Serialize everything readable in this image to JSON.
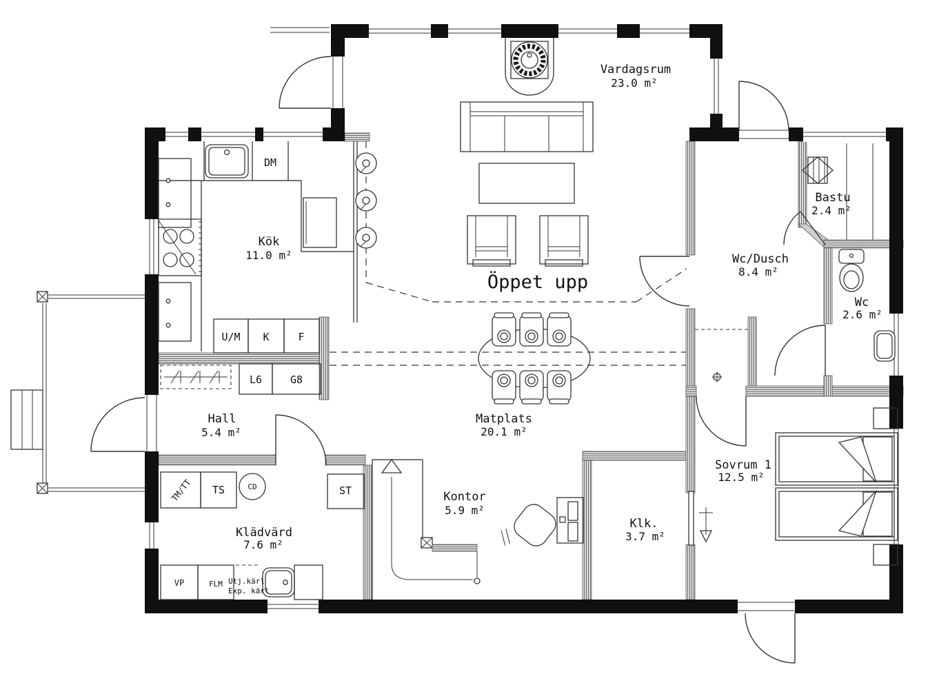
{
  "meta": {
    "drawing_type": "floor-plan",
    "area_unit": "m²"
  },
  "rooms": {
    "vardagsrum": {
      "name": "Vardagsrum",
      "area": "23.0 m²"
    },
    "kok": {
      "name": "Kök",
      "area": "11.0 m²"
    },
    "hall": {
      "name": "Hall",
      "area": "5.4 m²"
    },
    "matplats": {
      "name": "Matplats",
      "area": "20.1 m²"
    },
    "kladvard": {
      "name": "Klädvärd",
      "area": "7.6 m²"
    },
    "kontor": {
      "name": "Kontor",
      "area": "5.9 m²"
    },
    "klk": {
      "name": "Klk.",
      "area": "3.7 m²"
    },
    "sovrum1": {
      "name": "Sovrum 1",
      "area": "12.5 m²"
    },
    "wc_dusch": {
      "name": "Wc/Dusch",
      "area": "8.4 m²"
    },
    "wc": {
      "name": "Wc",
      "area": "2.6 m²"
    },
    "bastu": {
      "name": "Bastu",
      "area": "2.4 m²"
    }
  },
  "annotations": {
    "oppet_upp": "Öppet upp"
  },
  "fixtures": {
    "dm": "DM",
    "um": "U/M",
    "k": "K",
    "f": "F",
    "l6": "L6",
    "g8": "G8",
    "tm_tt": "TM/TT",
    "ts": "TS",
    "cd": "CD",
    "st": "ST",
    "vp": "VP",
    "flm": "FLM",
    "utj_karl": "Utj.kärl",
    "exp_karl": "Exp. kärl"
  }
}
